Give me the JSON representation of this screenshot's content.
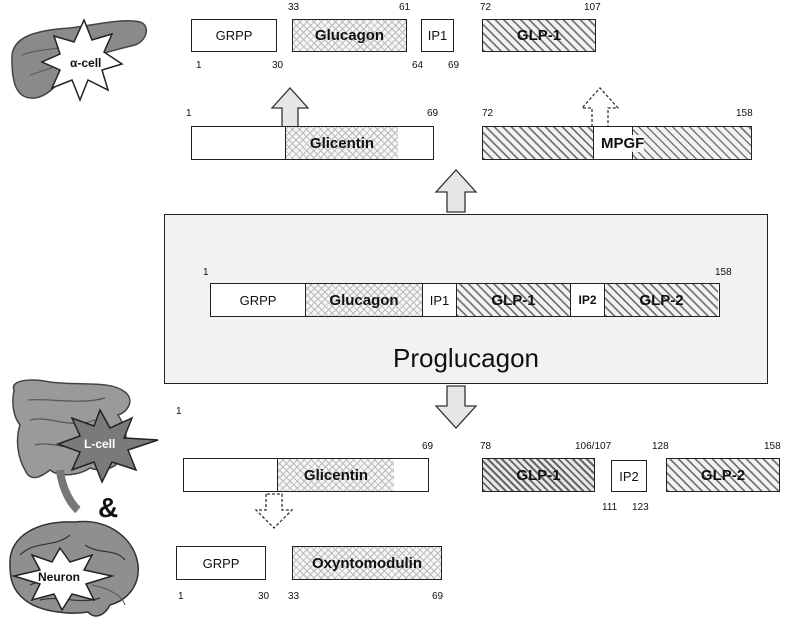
{
  "central": {
    "title": "Proglucagon",
    "start": "1",
    "end": "158",
    "segments": [
      "GRPP",
      "Glucagon",
      "IP1",
      "GLP-1",
      "IP2",
      "GLP-2"
    ]
  },
  "alpha_cell": {
    "label": "α-cell",
    "products": {
      "grpp": "GRPP",
      "glucagon": "Glucagon",
      "ip1": "IP1",
      "glp1": "GLP-1"
    },
    "numbers": {
      "glucagon_start": "33",
      "glucagon_end": "61",
      "glp1_start": "72",
      "glp1_end": "107",
      "grpp_start": "1",
      "grpp_end": "30",
      "ip1_start": "64",
      "ip1_end": "69"
    },
    "glicentin": {
      "label": "Glicentin",
      "start": "1",
      "end": "69"
    },
    "mpgf": {
      "label": "MPGF",
      "start": "72",
      "end": "158"
    }
  },
  "l_cell": {
    "label": "L-cell",
    "neuron_label": "Neuron",
    "ampersand": "&",
    "glicentin": {
      "label": "Glicentin",
      "start": "1",
      "end": "69"
    },
    "glp1": {
      "label": "GLP-1",
      "start": "78",
      "end": "106/107"
    },
    "ip2": {
      "label": "IP2",
      "start": "111",
      "end": "123"
    },
    "glp2": {
      "label": "GLP-2",
      "start": "128",
      "end": "158"
    },
    "grpp": {
      "label": "GRPP",
      "start": "1",
      "end": "30"
    },
    "oxyntomodulin": {
      "label": "Oxyntomodulin",
      "start": "33",
      "end": "69"
    }
  }
}
